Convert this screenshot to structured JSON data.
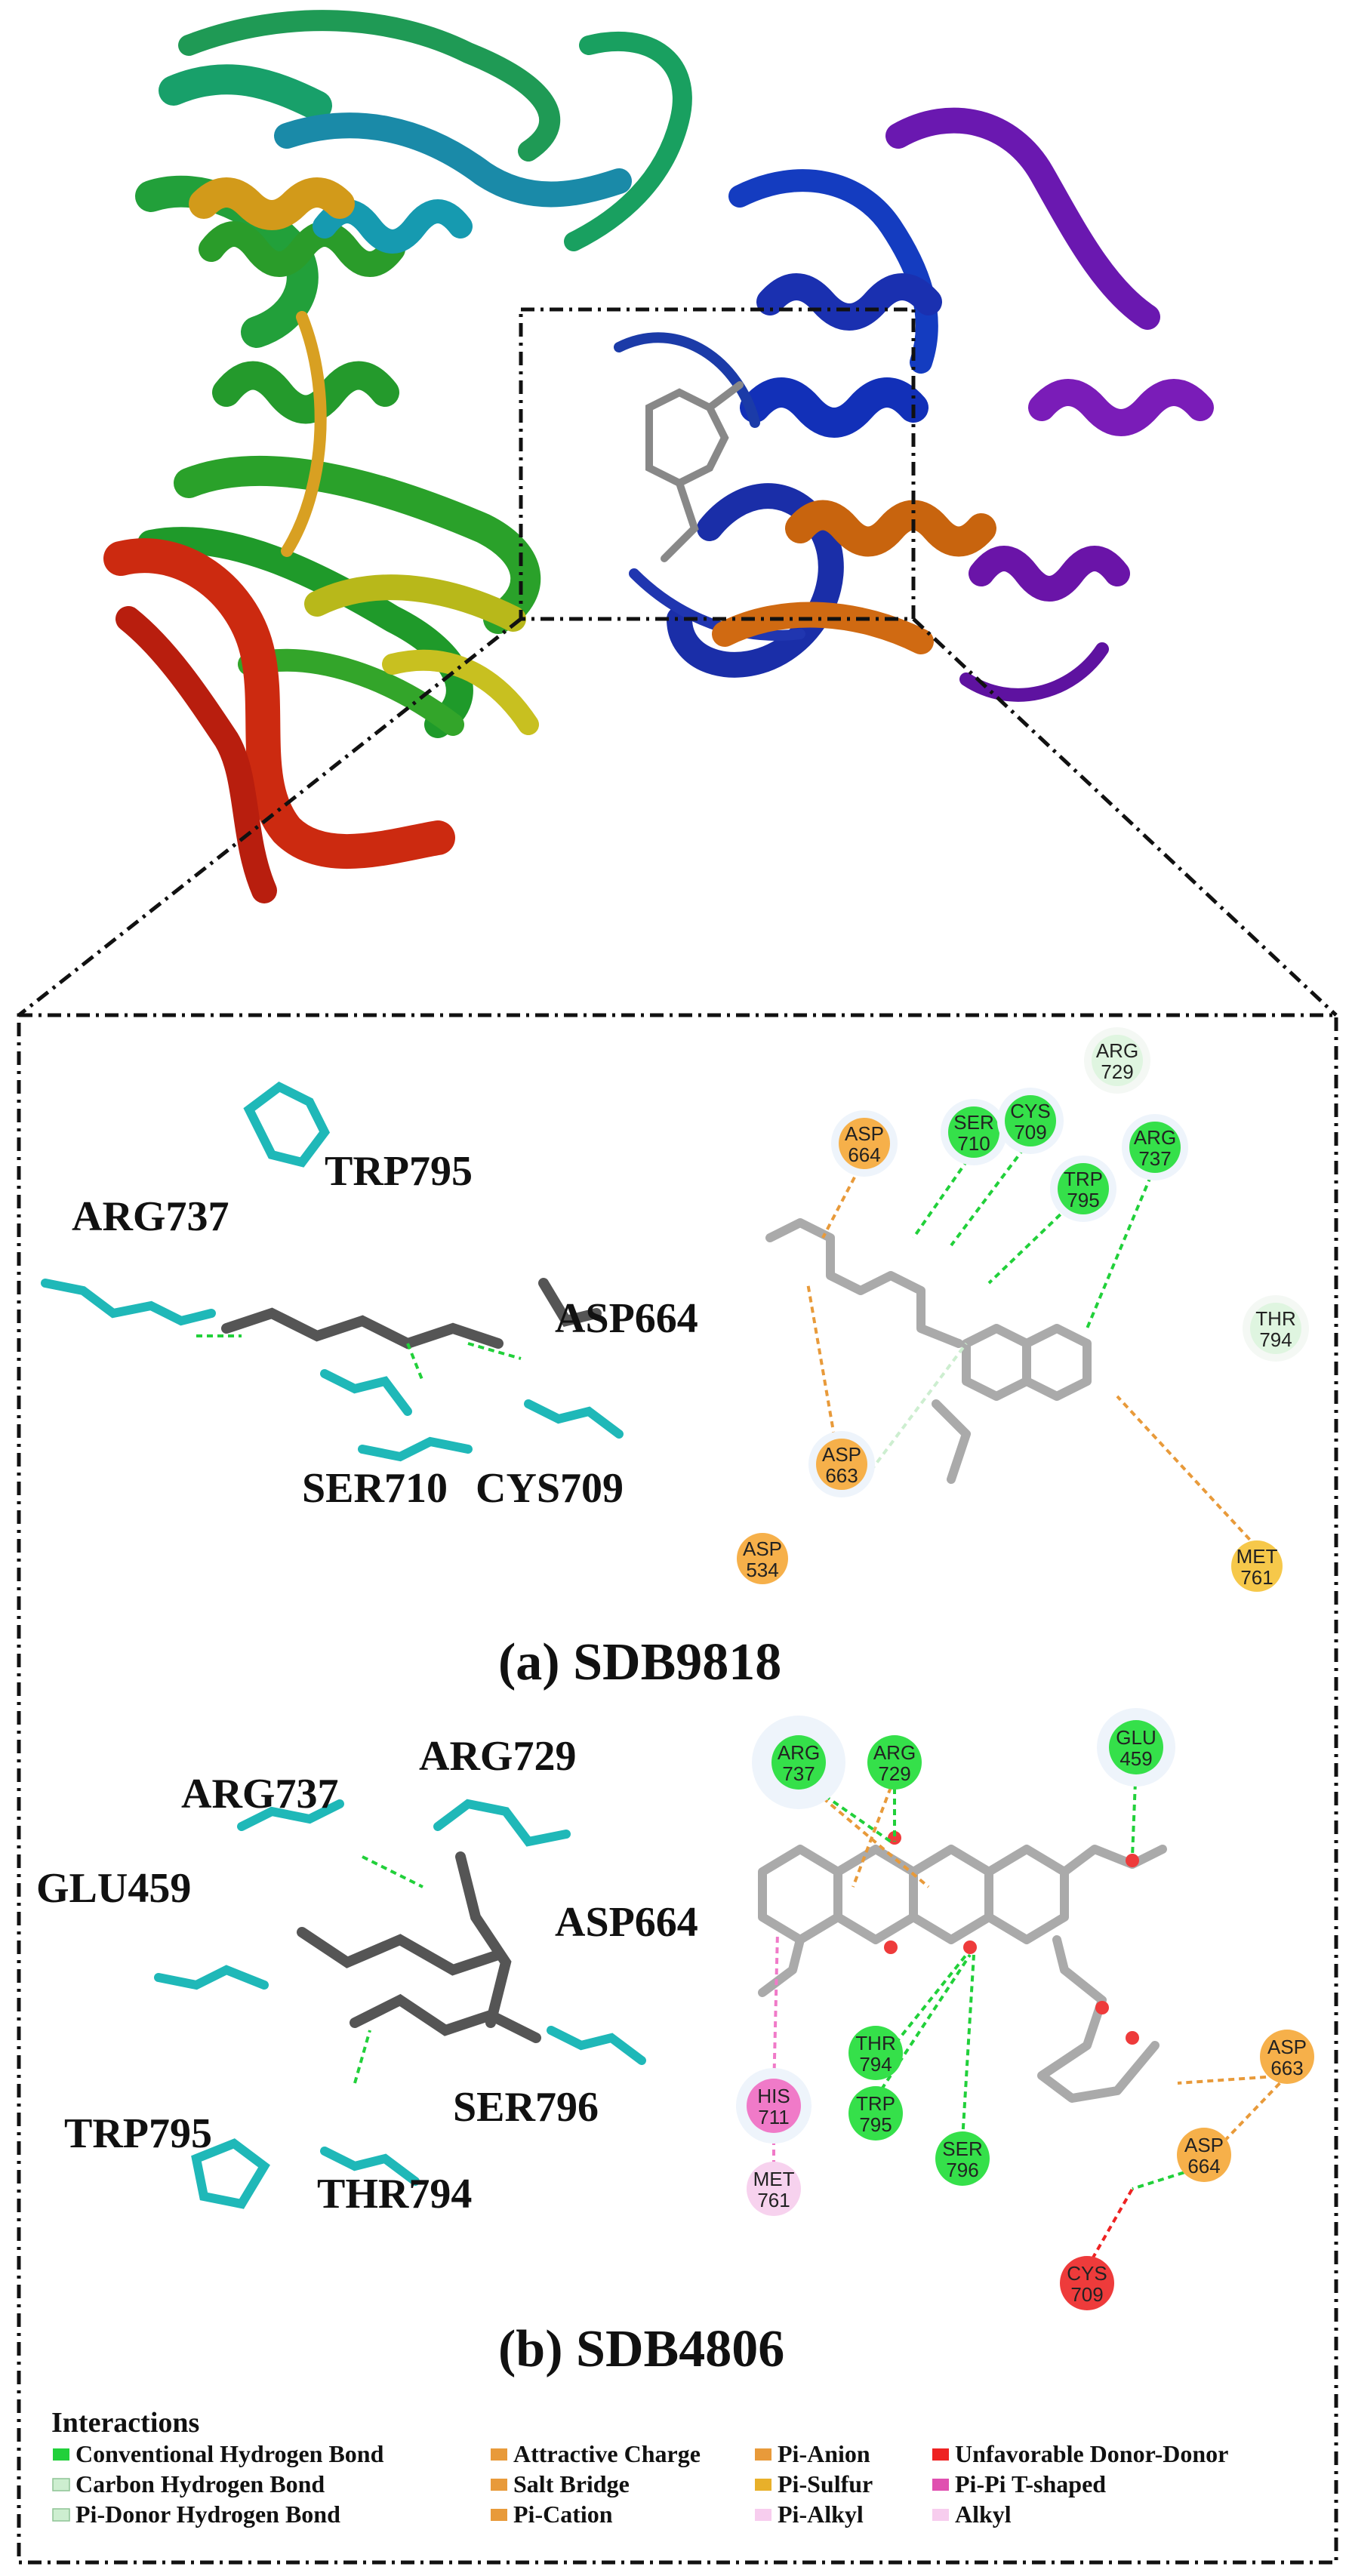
{
  "panel_a": {
    "residues_3d": [
      "TRP795",
      "ARG737",
      "ASP664",
      "SER710",
      "CYS709"
    ],
    "caption": "(a) SDB9818",
    "residues_2d": [
      {
        "name": "ASP",
        "num": "664",
        "color": "#f6b04a"
      },
      {
        "name": "SER",
        "num": "710",
        "color": "#35e04a"
      },
      {
        "name": "CYS",
        "num": "709",
        "color": "#35e04a"
      },
      {
        "name": "ARG",
        "num": "729",
        "color": "#dff5e0"
      },
      {
        "name": "TRP",
        "num": "795",
        "color": "#35e04a"
      },
      {
        "name": "ARG",
        "num": "737",
        "color": "#35e04a"
      },
      {
        "name": "THR",
        "num": "794",
        "color": "#dff5e0"
      },
      {
        "name": "ASP",
        "num": "663",
        "color": "#f6b04a"
      },
      {
        "name": "ASP",
        "num": "534",
        "color": "#f6b04a"
      },
      {
        "name": "MET",
        "num": "761",
        "color": "#f6c84a"
      }
    ]
  },
  "panel_b": {
    "residues_3d": [
      "ARG729",
      "ARG737",
      "GLU459",
      "ASP664",
      "TRP795",
      "SER796",
      "THR794"
    ],
    "caption": "(b) SDB4806",
    "residues_2d": [
      {
        "name": "ARG",
        "num": "737",
        "color": "#35e04a"
      },
      {
        "name": "ARG",
        "num": "729",
        "color": "#35e04a"
      },
      {
        "name": "GLU",
        "num": "459",
        "color": "#35e04a"
      },
      {
        "name": "THR",
        "num": "794",
        "color": "#35e04a"
      },
      {
        "name": "TRP",
        "num": "795",
        "color": "#35e04a"
      },
      {
        "name": "SER",
        "num": "796",
        "color": "#35e04a"
      },
      {
        "name": "HIS",
        "num": "711",
        "color": "#f07ac8"
      },
      {
        "name": "MET",
        "num": "761",
        "color": "#f7d2ee"
      },
      {
        "name": "ASP",
        "num": "663",
        "color": "#f6b04a"
      },
      {
        "name": "ASP",
        "num": "664",
        "color": "#f6b04a"
      },
      {
        "name": "CYS",
        "num": "709",
        "color": "#ee3b3b"
      }
    ]
  },
  "legend": {
    "title": "Interactions",
    "items": [
      {
        "label": "Conventional Hydrogen Bond",
        "color": "#21d03a"
      },
      {
        "label": "Carbon Hydrogen Bond",
        "color": "#cdeed0"
      },
      {
        "label": "Pi-Donor Hydrogen Bond",
        "color": "#cdeed0"
      },
      {
        "label": "Attractive Charge",
        "color": "#e89a3a"
      },
      {
        "label": "Salt Bridge",
        "color": "#e89a3a"
      },
      {
        "label": "Pi-Cation",
        "color": "#e89a3a"
      },
      {
        "label": "Pi-Anion",
        "color": "#e89a3a"
      },
      {
        "label": "Pi-Sulfur",
        "color": "#e8b02a"
      },
      {
        "label": "Pi-Alkyl",
        "color": "#f7cdee"
      },
      {
        "label": "Unfavorable Donor-Donor",
        "color": "#ee2222"
      },
      {
        "label": "Pi-Pi T-shaped",
        "color": "#e050b0"
      },
      {
        "label": "Alkyl",
        "color": "#f7cdee"
      }
    ]
  }
}
